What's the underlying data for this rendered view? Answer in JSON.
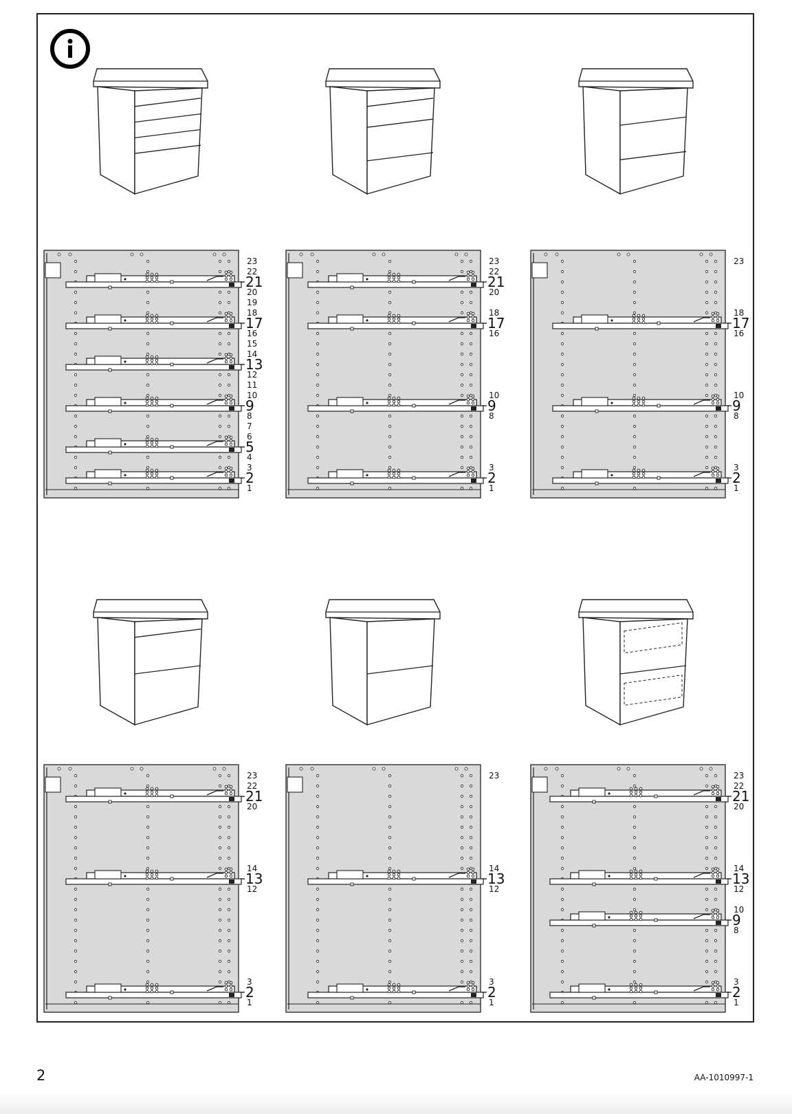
{
  "page": {
    "number": "2",
    "doc_code": "AA-1010997-1"
  },
  "icons": {
    "info": "info-icon"
  },
  "colors": {
    "panel": "#d9d9d9",
    "line": "#222222"
  },
  "configurations": [
    {
      "cabinet_style": "5 drawers",
      "drawer_fronts": [
        0.15,
        0.15,
        0.15,
        0.15,
        0.15
      ],
      "ticks": [
        "23",
        "22",
        "20",
        "19",
        "18",
        "16",
        "15",
        "14",
        "12",
        "11",
        "10",
        "8",
        "7",
        "6",
        "4",
        "3",
        "1"
      ],
      "rails": [
        "21",
        "17",
        "13",
        "9",
        "5",
        "2"
      ]
    },
    {
      "cabinet_style": "4 drawers",
      "drawer_fronts": [
        0.15,
        0.2,
        0.32,
        0.33
      ],
      "ticks": [
        "23",
        "22",
        "20",
        "18",
        "16",
        "10",
        "8",
        "3",
        "1"
      ],
      "rails": [
        "21",
        "17",
        "9",
        "2"
      ]
    },
    {
      "cabinet_style": "3 drawers",
      "drawer_fronts": [
        0.33,
        0.33,
        0.34
      ],
      "ticks": [
        "23",
        "18",
        "16",
        "10",
        "8",
        "3",
        "1"
      ],
      "rails": [
        "17",
        "9",
        "2"
      ]
    },
    {
      "cabinet_style": "3 drawers - top small",
      "drawer_fronts": [
        0.15,
        0.35,
        0.5
      ],
      "ticks": [
        "23",
        "22",
        "20",
        "14",
        "12",
        "3",
        "1"
      ],
      "rails": [
        "21",
        "13",
        "2"
      ]
    },
    {
      "cabinet_style": "2 drawers",
      "drawer_fronts": [
        0.5,
        0.5
      ],
      "ticks": [
        "23",
        "14",
        "12",
        "3",
        "1"
      ],
      "rails": [
        "13",
        "2"
      ]
    },
    {
      "cabinet_style": "2 drawers with inner drawers",
      "drawer_fronts": [
        0.5,
        0.5
      ],
      "ticks": [
        "23",
        "22",
        "20",
        "14",
        "12",
        "10",
        "8",
        "3",
        "1"
      ],
      "rails": [
        "21",
        "13",
        "9",
        "2"
      ]
    }
  ]
}
